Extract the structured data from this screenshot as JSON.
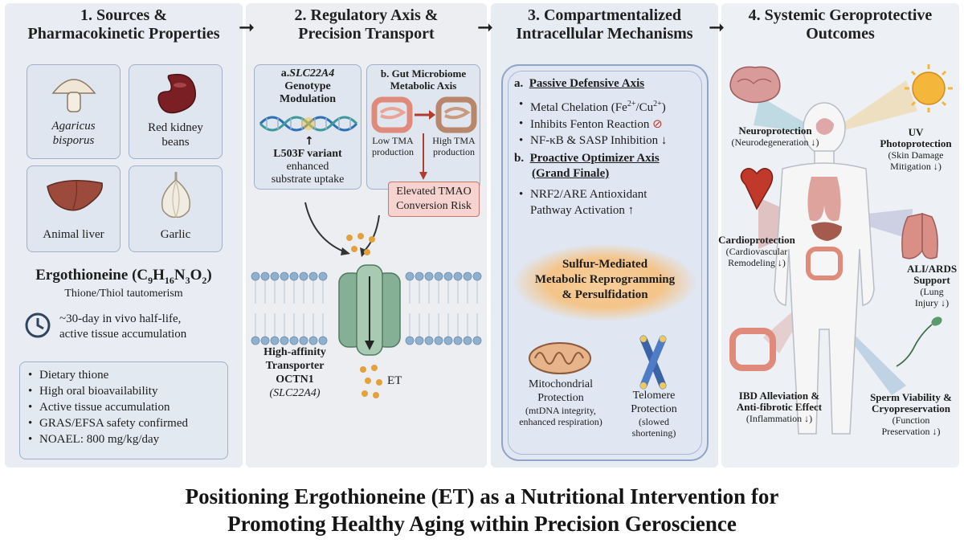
{
  "panel1": {
    "title_line1": "1. Sources &",
    "title_line2": "Pharmacokinetic Properties",
    "sources": [
      {
        "name_line1": "Agaricus",
        "name_line2": "bisporus",
        "icon": "mushroom-icon"
      },
      {
        "name_line1": "Red kidney",
        "name_line2": "beans",
        "icon": "kidney-bean-icon"
      },
      {
        "name_line1": "Animal liver",
        "name_line2": "",
        "icon": "liver-icon"
      },
      {
        "name_line1": "Garlic",
        "name_line2": "",
        "icon": "garlic-icon"
      }
    ],
    "compound_name": "Ergothioneine",
    "formula_parts": [
      "(C",
      "9",
      "H",
      "16",
      "N",
      "3",
      "O",
      "2",
      ")"
    ],
    "tautomerism": "Thione/Thiol tautomerism",
    "halflife_line1": "~30-day in vivo half-life,",
    "halflife_line2": "active tissue accumulation",
    "bullets": [
      "Dietary thione",
      "High oral bioavailability",
      "Active tissue accumulation",
      "GRAS/EFSA safety confirmed",
      "NOAEL: 800 mg/kg/day"
    ]
  },
  "panel2": {
    "title_line1": "2. Regulatory Axis &",
    "title_line2": "Precision Transport",
    "genotype": {
      "prefix": "a.",
      "gene": "SLC22A4",
      "line2": "Genotype",
      "line3": "Modulation",
      "variant": "L503F variant",
      "desc_line1": "enhanced",
      "desc_line2": "substrate uptake"
    },
    "microbiome": {
      "line1": "b. Gut Microbiome",
      "line2": "Metabolic Axis",
      "low_line1": "Low TMA",
      "low_line2": "production",
      "high_line1": "High TMA",
      "high_line2": "production",
      "risk_line1": "Elevated TMAO",
      "risk_line2": "Conversion Risk"
    },
    "transporter_line1": "High-affinity",
    "transporter_line2": "Transporter",
    "transporter_line3": "OCTN1",
    "transporter_gene": "(SLC22A4)",
    "et_label": "ET"
  },
  "panel3": {
    "title_line1": "3. Compartmentalized",
    "title_line2": "Intracellular Mechanisms",
    "axis_a_prefix": "a.",
    "axis_a_title": "Passive Defensive Axis",
    "metal": {
      "text": "Metal Chelation (Fe",
      "sup1": "2+",
      "mid": "/Cu",
      "sup2": "2+",
      "end": ")"
    },
    "fenton": "Inhibits Fenton Reaction",
    "nfkb": "NF-κB & SASP Inhibition ↓",
    "axis_b_prefix": "b.",
    "axis_b_line1": "Proactive Optimizer Axis",
    "axis_b_line2": "(Grand Finale)",
    "nrf2_line1": "NRF2/ARE Antioxidant",
    "nrf2_line2": "Pathway Activation ↑",
    "sulfur_line1": "Sulfur-Mediated",
    "sulfur_line2": "Metabolic Reprogramming",
    "sulfur_line3": "& Persulfidation",
    "mito_line1": "Mitochondrial",
    "mito_line2": "Protection",
    "mito_sub1": "(mtDNA integrity,",
    "mito_sub2": "enhanced respiration)",
    "telo_line1": "Telomere",
    "telo_line2": "Protection",
    "telo_sub1": "(slowed",
    "telo_sub2": "shortening)"
  },
  "panel4": {
    "title_line1": "4. Systemic Geroprotective",
    "title_line2": "Outcomes",
    "outcomes": {
      "neuro": {
        "title": "Neuroprotection",
        "sub1": "(Neurodegeneration ↓)",
        "sub2": ""
      },
      "uv": {
        "title1": "UV",
        "title2": "Photoprotection",
        "sub1": "(Skin Damage",
        "sub2": "Mitigation ↓)"
      },
      "cardio": {
        "title": "Cardioprotection",
        "sub1": "(Cardiovascular",
        "sub2": "Remodeling ↓)"
      },
      "ali": {
        "title1": "ALI/ARDS",
        "title2": "Support",
        "sub1": "(Lung",
        "sub2": "Injury ↓)"
      },
      "ibd": {
        "title1": "IBD Alleviation &",
        "title2": "Anti-fibrotic Effect",
        "sub1": "(Inflammation ↓)"
      },
      "sperm": {
        "title1": "Sperm Viability &",
        "title2": "Cryopreservation",
        "sub1": "(Function",
        "sub2": "Preservation ↓)"
      }
    }
  },
  "footer": {
    "line1": "Positioning Ergothioneine (ET) as a Nutritional Intervention for",
    "line2": "Promoting Healthy Aging within Precision Geroscience"
  },
  "colors": {
    "panel_bg": "#e9edf3",
    "card_border": "#9fb0c8",
    "membrane": "#8fb0cf",
    "transporter": "#7fa58d",
    "et_dots": "#e3a13c",
    "risk_box": "#f6d3cf",
    "sulfur_glow": "#f4c489",
    "ray_colors": [
      "#4aa1b8",
      "#f2b23a",
      "#c0392b",
      "#6e6bb0",
      "#6b4fa0",
      "#3a7ab8"
    ]
  }
}
